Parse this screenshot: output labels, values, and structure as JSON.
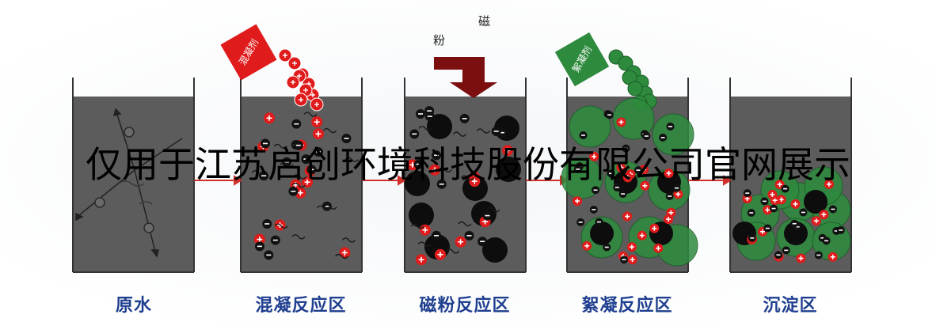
{
  "stages": [
    {
      "id": "raw",
      "label": "原水"
    },
    {
      "id": "coag",
      "label": "混凝反应区"
    },
    {
      "id": "mag",
      "label": "磁粉反应区"
    },
    {
      "id": "floc",
      "label": "絮凝反应区"
    },
    {
      "id": "settle",
      "label": "沉淀区"
    }
  ],
  "coagulant_label": "混凝剂",
  "flocculant_label": "絮凝剂",
  "magnetic_powder": {
    "char1": "磁",
    "char2": "粉"
  },
  "watermark": "仅用于江苏启创环境科技股份有限公司官网展示",
  "colors": {
    "water": "#5c5c5c",
    "label": "#1f3f8f",
    "coagulant": "#e01b1b",
    "flocculant": "#2e8b3e",
    "arrow": "#7b0f0f",
    "flow_arrow": "#d0312d"
  }
}
